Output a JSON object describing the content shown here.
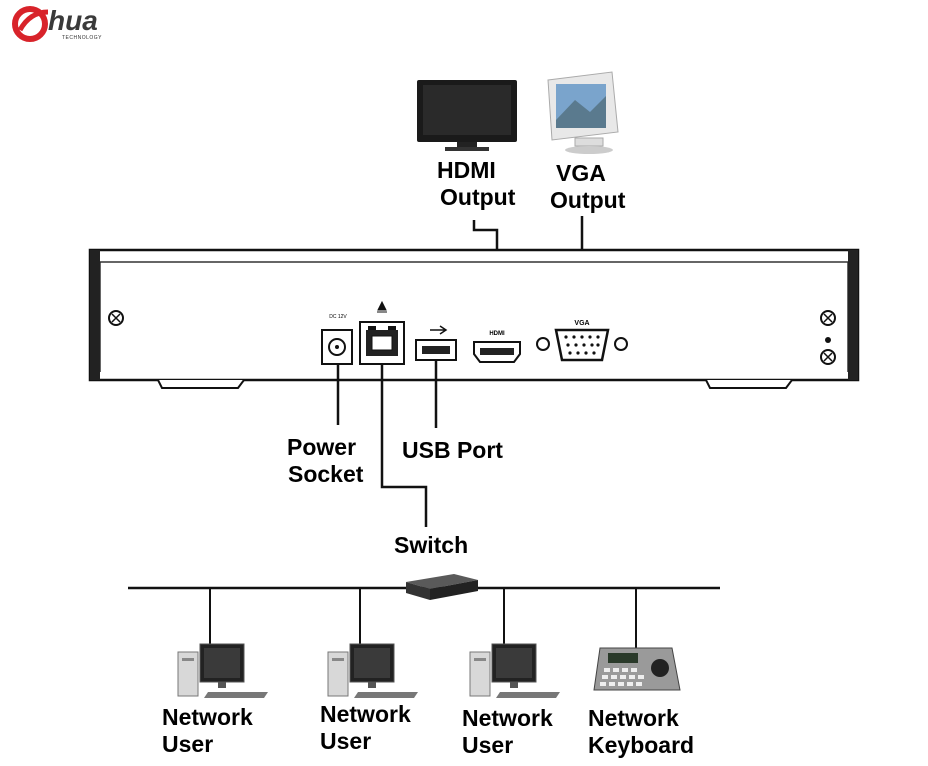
{
  "logo": {
    "brand": "hua",
    "subtitle": "TECHNOLOGY"
  },
  "port_marks": {
    "dc": "DC 12V",
    "hdmi": "HDMI",
    "vga": "VGA"
  },
  "labels": {
    "hdmi_output": [
      "HDMI",
      "Output"
    ],
    "vga_output": [
      "VGA",
      "Output"
    ],
    "power_socket": [
      "Power",
      "Socket"
    ],
    "usb_port": "USB Port",
    "switch": "Switch",
    "devices": [
      {
        "line1": "Network",
        "line2": "User"
      },
      {
        "line1": "Network",
        "line2": "User"
      },
      {
        "line1": "Network",
        "line2": "User"
      },
      {
        "line1": "Network",
        "line2": "Keyboard"
      }
    ]
  },
  "colors": {
    "logo_red": "#d8232a",
    "line": "#111111",
    "panel": "#ffffff"
  }
}
